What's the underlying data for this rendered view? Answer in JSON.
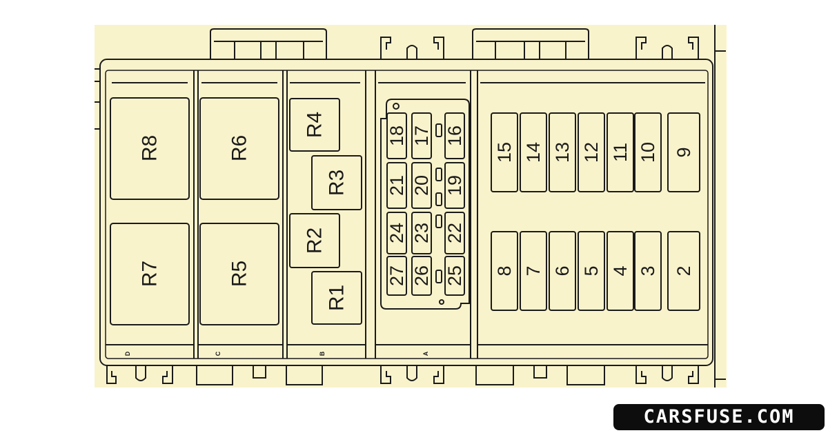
{
  "colors": {
    "background": "#f9f3cc",
    "line": "#1a1a1a",
    "watermark_bg": "#0d0d0d"
  },
  "relays": {
    "R8": "R8",
    "R7": "R7",
    "R6": "R6",
    "R5": "R5",
    "R4": "R4",
    "R3": "R3",
    "R2": "R2",
    "R1": "R1"
  },
  "mini_fuses": {
    "f18": "18",
    "f17": "17",
    "f16": "16",
    "f21": "21",
    "f20": "20",
    "f19": "19",
    "f24": "24",
    "f23": "23",
    "f22": "22",
    "f27": "27",
    "f26": "26",
    "f25": "25"
  },
  "maxi_fuses": {
    "top": [
      "15",
      "14",
      "13",
      "12",
      "11",
      "10",
      "9"
    ],
    "bottom": [
      "8",
      "7",
      "6",
      "5",
      "4",
      "3",
      "2"
    ]
  },
  "section_letters": {
    "D": "D",
    "C": "C",
    "B": "B",
    "A": "A"
  },
  "watermark": "CARSFUSE.COM"
}
